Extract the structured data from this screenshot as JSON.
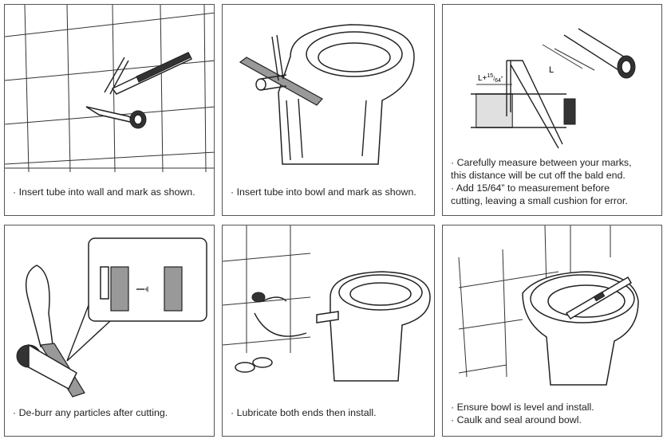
{
  "steps": [
    {
      "caption_lines": [
        "· Insert tube into wall and mark as shown."
      ]
    },
    {
      "caption_lines": [
        "· Insert tube into bowl and mark as shown."
      ]
    },
    {
      "caption_lines": [
        "· Carefully measure between your marks,",
        "  this distance will be cut off the bald end.",
        "· Add 15/64” to measurement before",
        "  cutting, leaving a small cushion for error."
      ],
      "labels": {
        "cut_length": "L+",
        "fraction_num": "15",
        "fraction_den": "64",
        "inch_mark": "”",
        "length": "L"
      }
    },
    {
      "caption_lines": [
        "· De-burr any particles after cutting."
      ]
    },
    {
      "caption_lines": [
        "· Lubricate both ends then install."
      ]
    },
    {
      "caption_lines": [
        "· Ensure bowl is level and install.",
        "· Caulk and seal around bowl."
      ]
    }
  ],
  "colors": {
    "line": "#222222",
    "border": "#555555",
    "shade": "#999999"
  }
}
